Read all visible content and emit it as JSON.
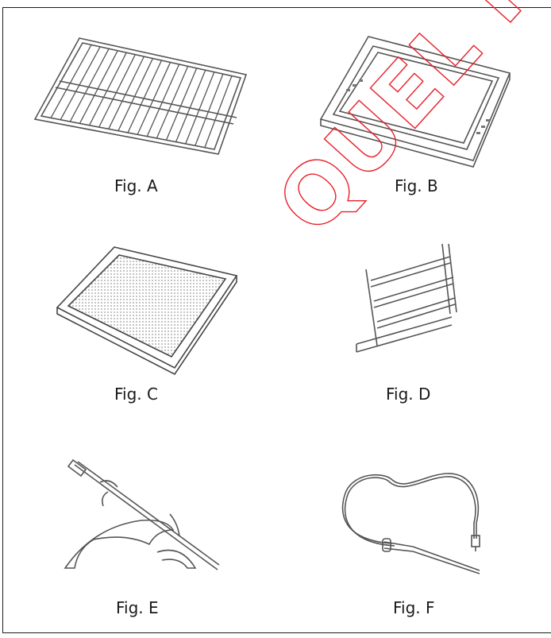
{
  "figures": [
    {
      "id": "A",
      "caption": "Fig. A",
      "depicts": "wire-rack"
    },
    {
      "id": "B",
      "caption": "Fig. B",
      "depicts": "frame-tray"
    },
    {
      "id": "C",
      "caption": "Fig. C",
      "depicts": "baking-tray"
    },
    {
      "id": "D",
      "caption": "Fig. D",
      "depicts": "telescopic-rails"
    },
    {
      "id": "E",
      "caption": "Fig. E",
      "depicts": "rotisserie-spit"
    },
    {
      "id": "F",
      "caption": "Fig. F",
      "depicts": "meat-probe"
    }
  ],
  "watermark": {
    "text": "QUEL FO",
    "color": "#e8202a"
  }
}
